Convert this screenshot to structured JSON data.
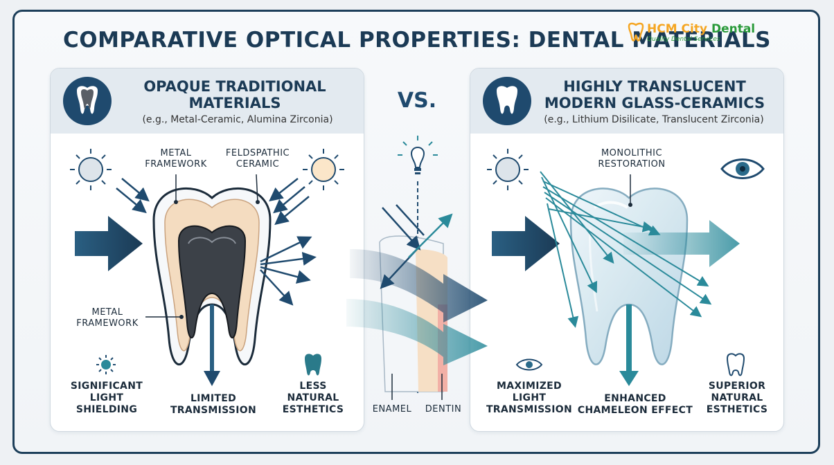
{
  "title": "COMPARATIVE OPTICAL PROPERTIES: DENTAL MATERIALS",
  "logo": {
    "name_a": "HCM City ",
    "name_b": "Dental",
    "subtitle": "Quality Dental Services"
  },
  "vs_label": "VS.",
  "left_panel": {
    "title": "OPAQUE TRADITIONAL MATERIALS",
    "subtitle": "(e.g., Metal-Ceramic, Alumina Zirconia)",
    "label_metal_framework_top": "METAL FRAMEWORK",
    "label_feldspathic": "FELDSPATHIC CERAMIC",
    "label_metal_framework_side": "METAL FRAMEWORK",
    "feature_1": "SIGNIFICANT LIGHT SHIELDING",
    "feature_2": "LIMITED TRANSMISSION",
    "feature_3": "LESS NATURAL ESTHETICS"
  },
  "center": {
    "label_enamel": "ENAMEL",
    "label_dentin": "DENTIN"
  },
  "right_panel": {
    "title": "HIGHLY TRANSLUCENT MODERN GLASS-CERAMICS",
    "subtitle": "(e.g., Lithium Disilicate, Translucent Zirconia)",
    "label_monolithic": "MONOLITHIC RESTORATION",
    "feature_1": "MAXIMIZED LIGHT TRANSMISSION",
    "feature_2": "ENHANCED CHAMELEON EFFECT",
    "feature_3": "SUPERIOR NATURAL ESTHETICS"
  },
  "colors": {
    "navy": "#1b3a55",
    "teal": "#2a8a9a",
    "logo_orange": "#f5a623",
    "logo_green": "#2a9a3a"
  }
}
